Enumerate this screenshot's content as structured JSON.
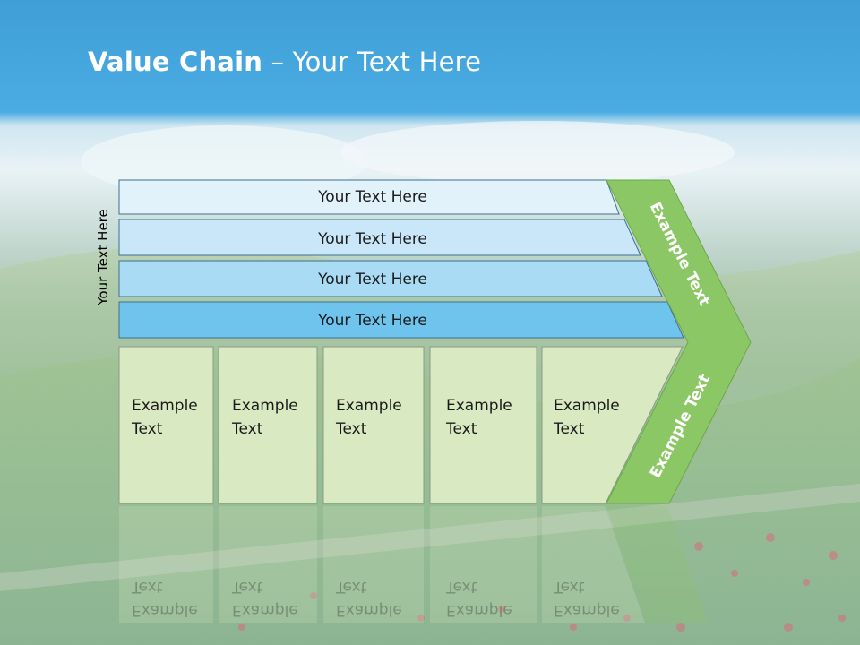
{
  "slide": {
    "title_bold": "Value Chain",
    "title_rest": " – Your Text Here",
    "side_label": "Your Text Here"
  },
  "bands": [
    {
      "label": "Your Text Here",
      "color": "#e2f2fb"
    },
    {
      "label": "Your Text Here",
      "color": "#c9e7f8"
    },
    {
      "label": "Your Text Here",
      "color": "#a9dbf5"
    },
    {
      "label": "Your Text Here",
      "color": "#6fc4ee"
    }
  ],
  "boxes": [
    {
      "line1": "Example",
      "line2": "Text"
    },
    {
      "line1": "Example",
      "line2": "Text"
    },
    {
      "line1": "Example",
      "line2": "Text"
    },
    {
      "line1": "Example",
      "line2": "Text"
    },
    {
      "line1": "Example",
      "line2": "Text"
    }
  ],
  "arrow": {
    "upper_label": "Example Text",
    "lower_label": "Example Text",
    "color": "#8cc765"
  },
  "colors": {
    "box_fill": "#d9eac3",
    "box_stroke": "#8b9a86",
    "band_stroke": "#3f6f8f"
  }
}
